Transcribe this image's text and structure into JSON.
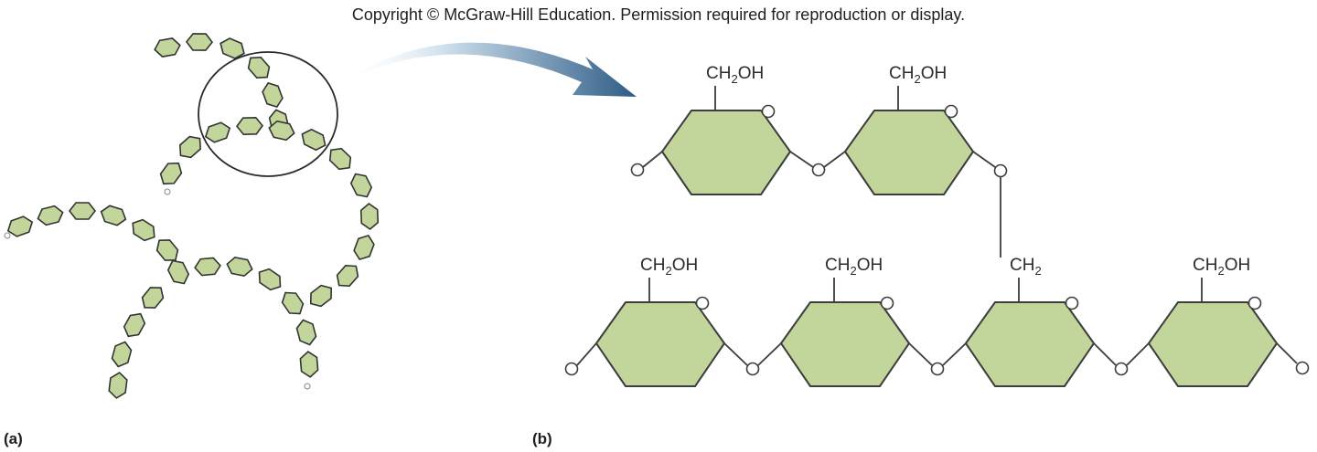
{
  "copyright": "Copyright © McGraw-Hill Education. Permission required for reproduction or display.",
  "panel_a_label": "(a)",
  "panel_b_label": "(b)",
  "group_ch2oh_main": "CH",
  "group_ch2oh_sub": "2",
  "group_ch2oh_tail": "OH",
  "group_ch2_main": "CH",
  "group_ch2_sub": "2",
  "ring_atom": "O",
  "colors": {
    "sugar_fill": "#c2d69b",
    "outline": "#3d3d3d",
    "arrow": "#2e5c85"
  },
  "structure": {
    "top_row_rings": 2,
    "bottom_row_rings": 4,
    "branch_ring_index_bottom": 3,
    "top_labels": [
      "CH2OH",
      "CH2OH"
    ],
    "bottom_labels": [
      "CH2OH",
      "CH2OH",
      "CH2",
      "CH2OH"
    ]
  }
}
